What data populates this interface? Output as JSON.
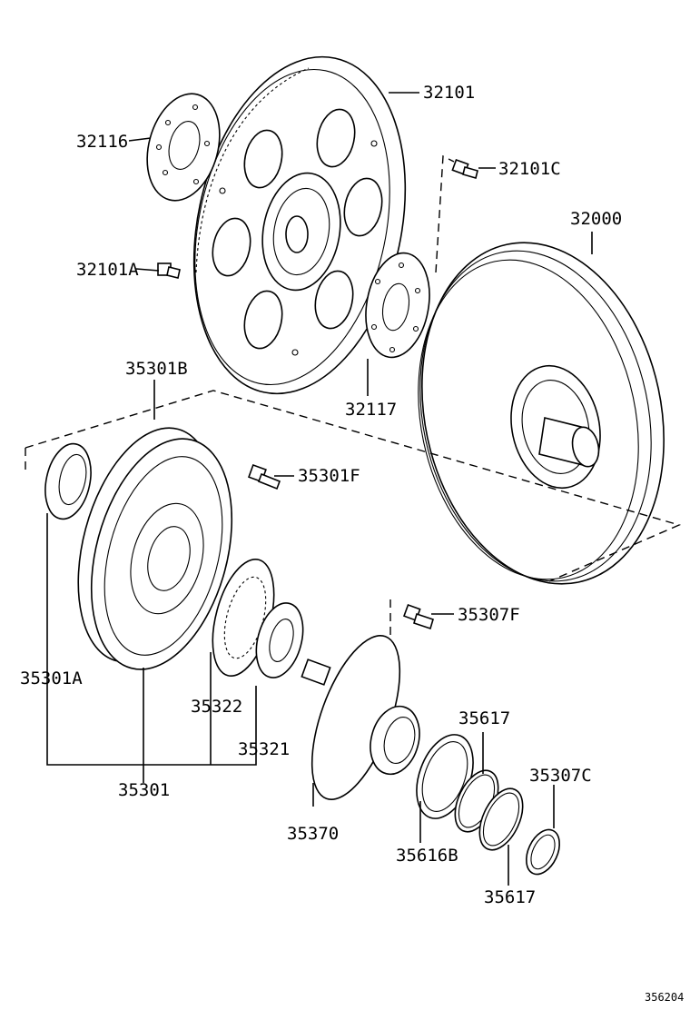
{
  "diagram": {
    "part_labels": {
      "p32101": "32101",
      "p32116": "32116",
      "p32101C": "32101C",
      "p32000": "32000",
      "p32101A": "32101A",
      "p32117": "32117",
      "p35301B": "35301B",
      "p35301F": "35301F",
      "p35307F": "35307F",
      "p35301A": "35301A",
      "p35322": "35322",
      "p35617_top": "35617",
      "p35307C": "35307C",
      "p35321": "35321",
      "p35301": "35301",
      "p35370": "35370",
      "p35616B": "35616B",
      "p35617_bottom": "35617"
    },
    "figure_id": "356204"
  }
}
